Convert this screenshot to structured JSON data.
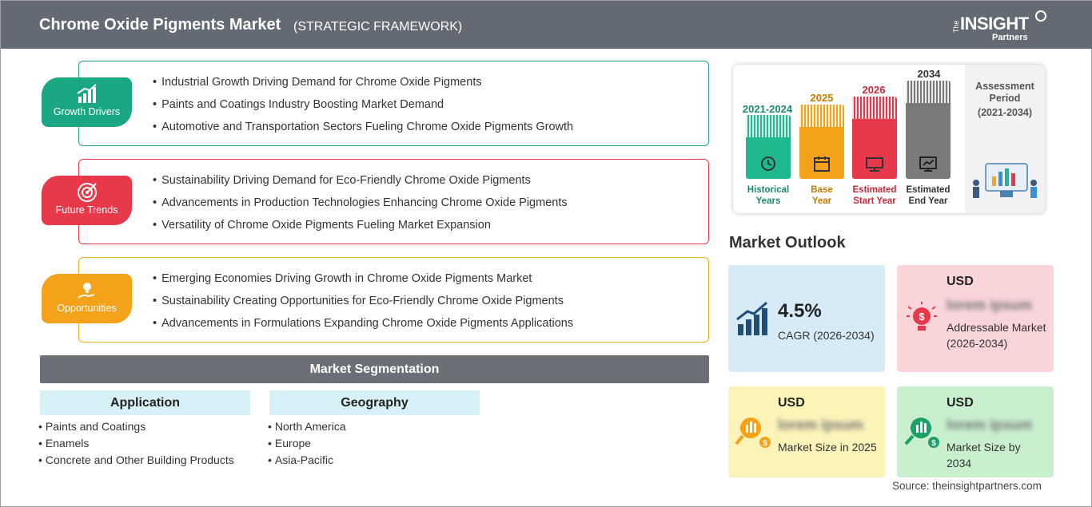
{
  "header": {
    "title": "Chrome Oxide Pigments Market",
    "subtitle": "(STRATEGIC FRAMEWORK)",
    "logo_the": "The",
    "logo_insight": "INSIGHT",
    "logo_partners": "Partners"
  },
  "framework": {
    "growth_drivers": {
      "label": "Growth Drivers",
      "color": "#1ba784",
      "items": [
        "Industrial Growth Driving Demand for Chrome Oxide Pigments",
        "Paints and Coatings Industry Boosting Market Demand",
        "Automotive and Transportation Sectors Fueling Chrome Oxide Pigments Growth"
      ]
    },
    "future_trends": {
      "label": "Future Trends",
      "color": "#e8394a",
      "items": [
        "Sustainability Driving Demand for Eco-Friendly Chrome Oxide Pigments",
        "Advancements in Production Technologies Enhancing Chrome Oxide Pigments",
        "Versatility of Chrome Oxide Pigments Fueling Market Expansion"
      ]
    },
    "opportunities": {
      "label": "Opportunities",
      "color": "#f5a21b",
      "items": [
        "Emerging Economies Driving Growth in Chrome Oxide Pigments Market",
        "Sustainability Creating Opportunities for Eco-Friendly Chrome Oxide Pigments",
        "Advancements in Formulations Expanding Chrome Oxide Pigments Applications"
      ]
    }
  },
  "segmentation": {
    "title": "Market Segmentation",
    "application": {
      "title": "Application",
      "items": [
        "Paints and Coatings",
        "Enamels",
        "Concrete and Other Building Products"
      ]
    },
    "geography": {
      "title": "Geography",
      "items": [
        "North America",
        "Europe",
        "Asia-Pacific"
      ]
    }
  },
  "timeline": {
    "historical": {
      "year": "2021-2024",
      "label1": "Historical",
      "label2": "Years",
      "color": "#1fb98f"
    },
    "base": {
      "year": "2025",
      "label1": "Base",
      "label2": "Year",
      "color": "#f5a21b"
    },
    "start": {
      "year": "2026",
      "label1": "Estimated",
      "label2": "Start Year",
      "color": "#e8394a"
    },
    "end": {
      "year": "2034",
      "label1": "Estimated",
      "label2": "End Year",
      "color": "#7a7a7a"
    },
    "assessment": {
      "label": "Assessment Period",
      "range": "(2021-2034)"
    }
  },
  "outlook": {
    "title": "Market Outlook",
    "cagr": {
      "value": "4.5%",
      "label": "CAGR (2026-2034)",
      "bg": "#d7ebf7"
    },
    "addressable": {
      "usd": "USD",
      "value": "lorem ipsum",
      "label": "Addressable Market (2026-2034)",
      "bg": "#f9d5da"
    },
    "size_2025": {
      "usd": "USD",
      "value": "lorem ipsum",
      "label": "Market Size in 2025",
      "bg": "#fbf3b8"
    },
    "size_2034": {
      "usd": "USD",
      "value": "lorem ipsum",
      "label": "Market Size by 2034",
      "bg": "#c9efcf"
    }
  },
  "source": "Source: theinsightpartners.com"
}
